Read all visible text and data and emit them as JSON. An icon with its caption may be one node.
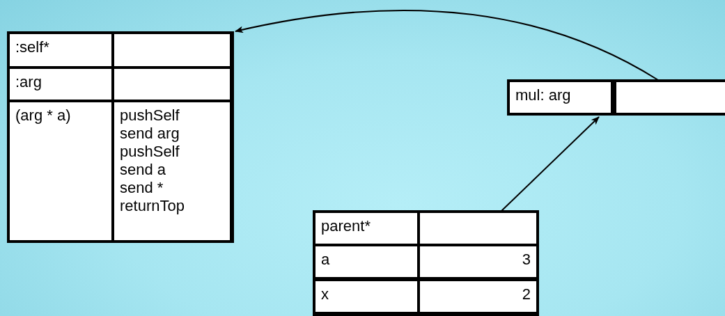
{
  "diagram": {
    "nodes": [
      {
        "text": [],
        "shape": "box"
      },
      {
        "text": [
          ":self*"
        ],
        "in": 0
      },
      {
        "text": [],
        "shape": "box",
        "in": 0
      },
      {
        "text": [
          ":arg"
        ],
        "in": 0
      },
      {
        "text": [],
        "shape": "box",
        "in": 0
      },
      {
        "text": [
          "(arg * a)"
        ],
        "in": 0
      },
      {
        "text": [
          "pushSelf",
          "send arg",
          "pushSelf",
          "send a",
          "send *",
          "returnTop"
        ],
        "in": 0
      },
      {
        "text": [],
        "shape": "box"
      },
      {
        "text": [
          "mul: arg"
        ],
        "in": 7
      },
      {
        "text": [],
        "shape": "box",
        "in": 7
      },
      {
        "text": [],
        "shape": "box"
      },
      {
        "text": [
          "parent*"
        ],
        "in": 10
      },
      {
        "text": [],
        "shape": "box",
        "in": 10
      },
      {
        "text": [
          "a"
        ],
        "in": 10
      },
      {
        "text": [
          "3"
        ],
        "in": 10
      },
      {
        "text": [
          "x"
        ],
        "in": 10
      },
      {
        "text": [
          "2"
        ],
        "in": 10
      }
    ],
    "edges": [
      {
        "from": 12,
        "to": 7,
        "arrow": "to"
      },
      {
        "from": 9,
        "to": 0,
        "arrow": "to"
      }
    ]
  }
}
